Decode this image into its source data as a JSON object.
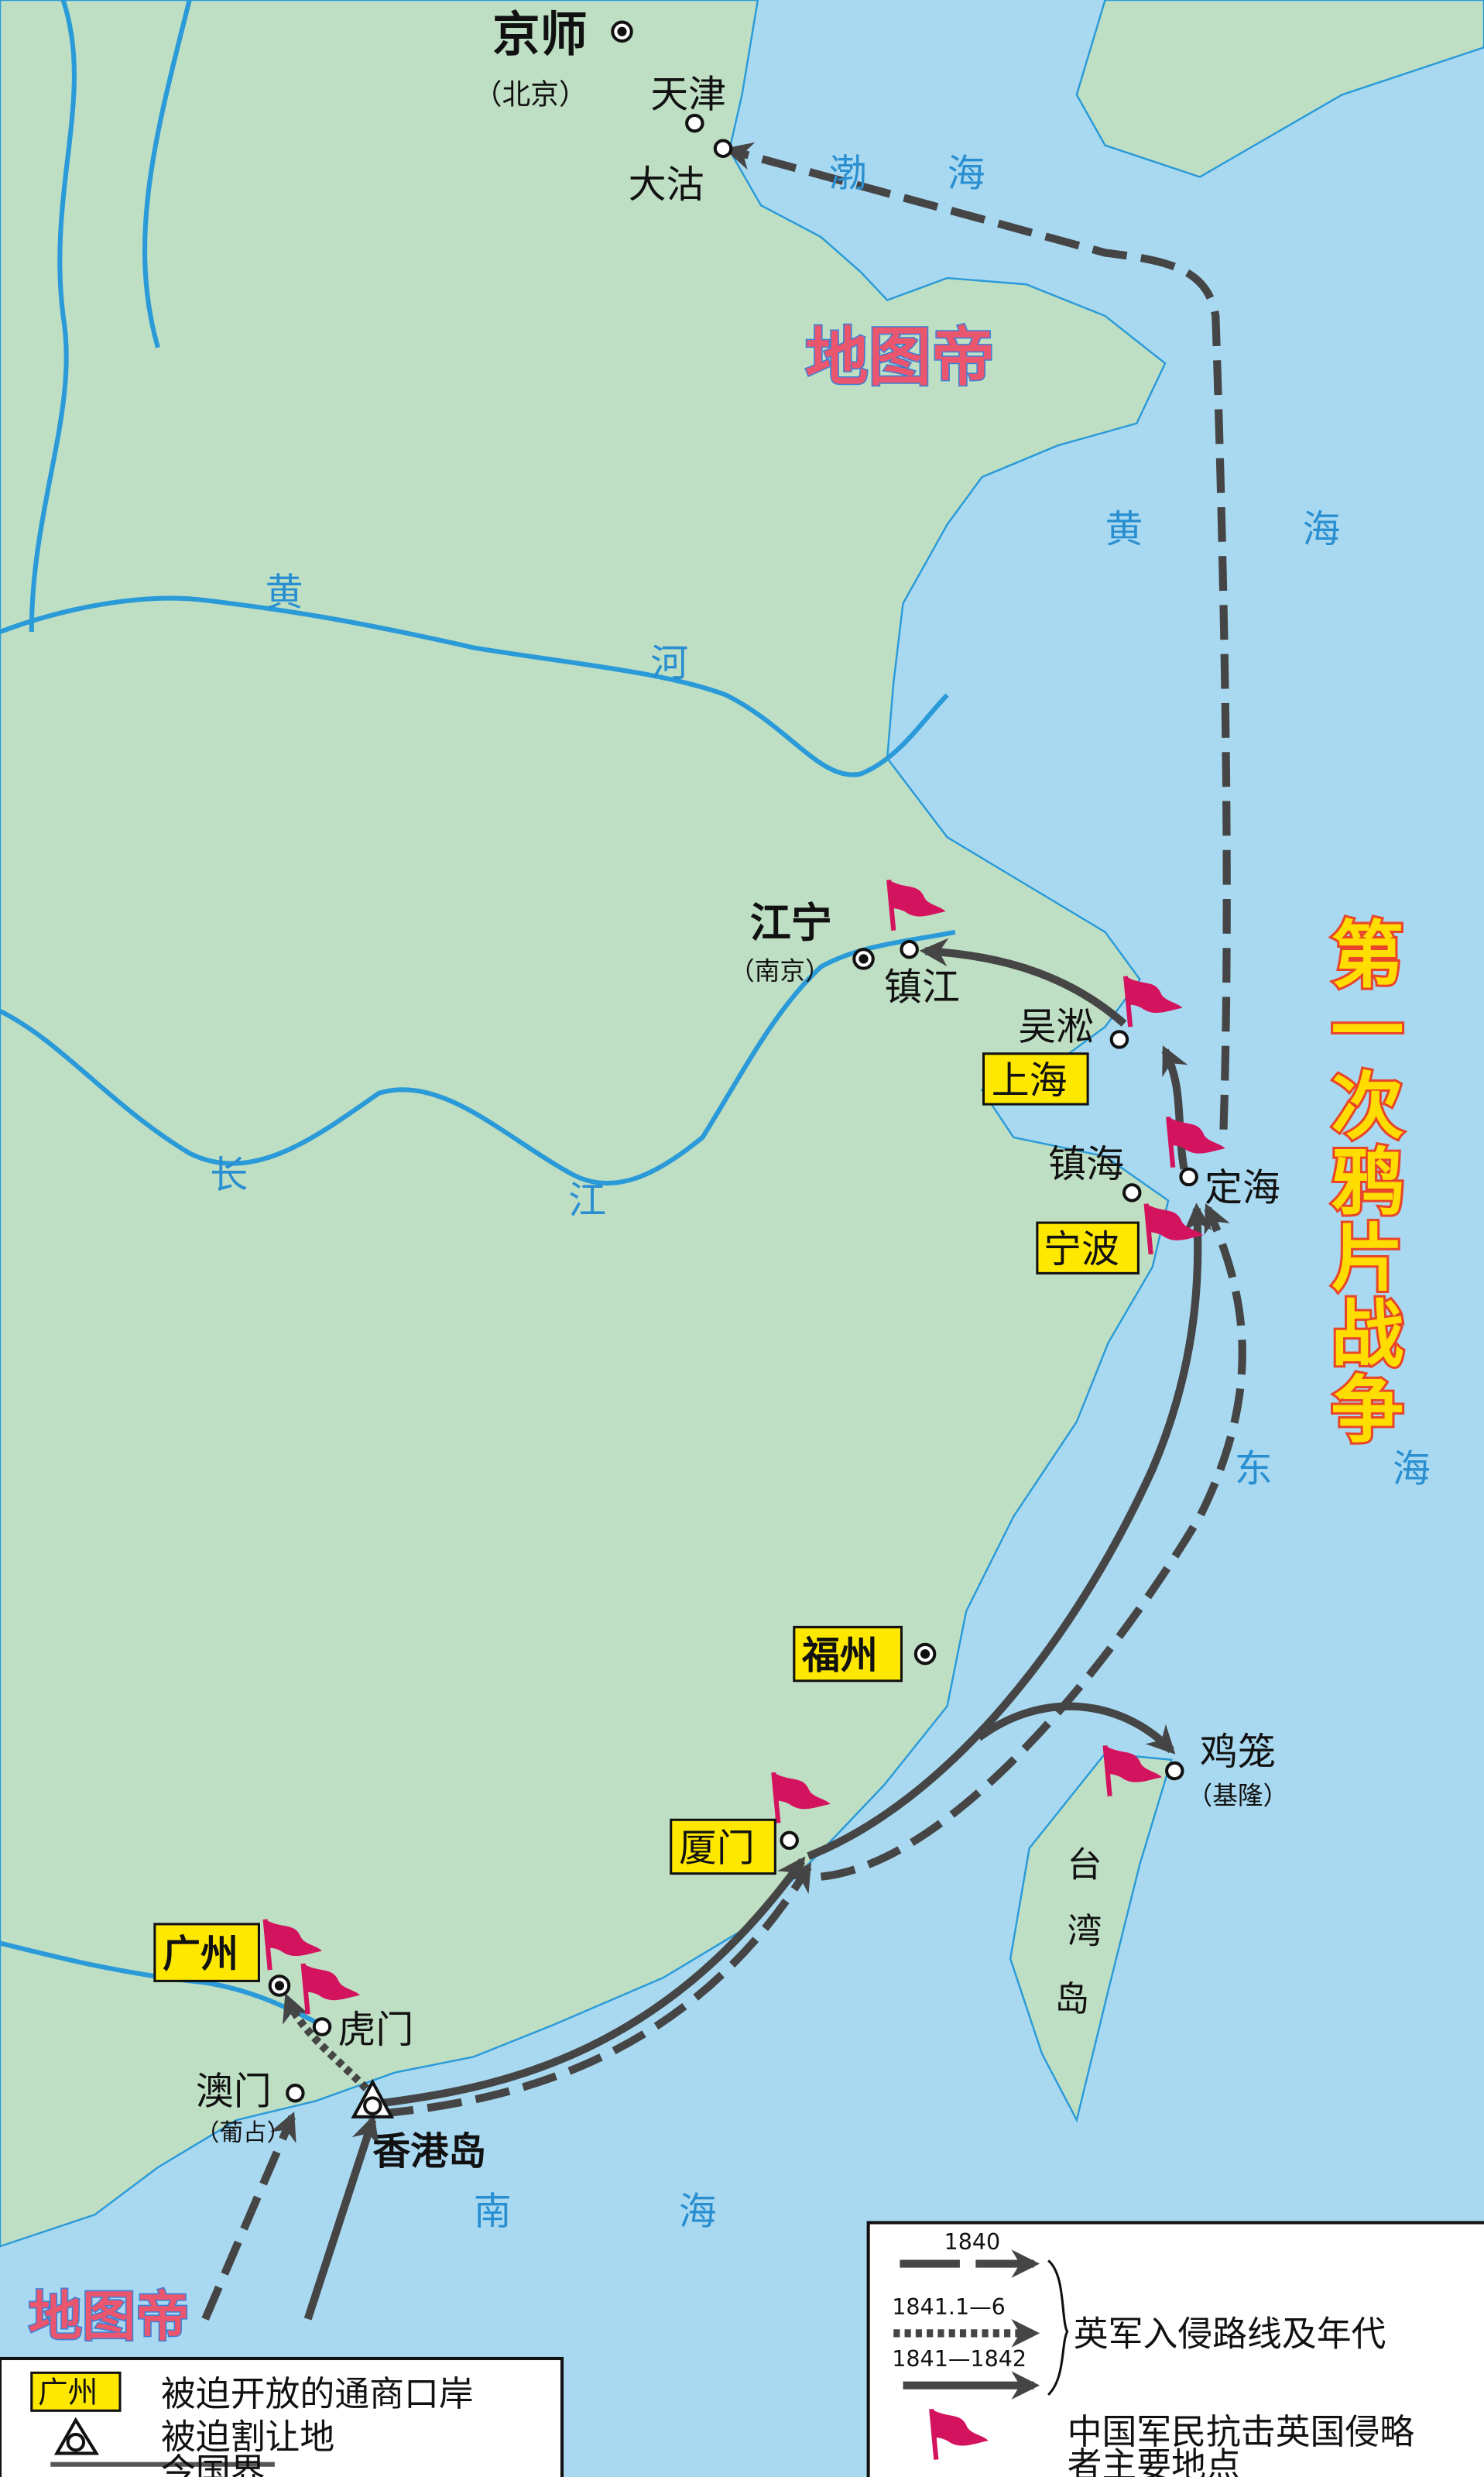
{
  "title": "第一次鸦片战争",
  "watermark": "地图帝",
  "colors": {
    "land": "#bfdfc4",
    "sea": "#a9d9f1",
    "river": "#2a9ad8",
    "route": "#454545",
    "flag": "#d4135f",
    "port_highlight": "#ffe800",
    "title_fill": "#ffdd00",
    "title_stroke": "#e8452a"
  },
  "places": {
    "jingshi": "京师",
    "beijing": "（北京）",
    "tianjin": "天津",
    "dagu": "大沽",
    "jiangning": "江宁",
    "nanjing": "（南京）",
    "zhenjiang": "镇江",
    "wusong": "吴淞",
    "shanghai": "上海",
    "zhenhai": "镇海",
    "dinghai": "定海",
    "ningbo": "宁波",
    "fuzhou": "福州",
    "jilong": "鸡笼",
    "keelung": "（基隆）",
    "xiamen": "厦门",
    "guangzhou": "广州",
    "humen": "虎门",
    "aomen": "澳门",
    "putuo": "（葡占）",
    "xianggang": "香港岛"
  },
  "water": {
    "bohai": [
      "渤",
      "海"
    ],
    "huanghai": [
      "黄",
      "海"
    ],
    "donghai": [
      "东",
      "海"
    ],
    "nanhai": [
      "南",
      "海"
    ],
    "huanghe": [
      "黄",
      "河"
    ],
    "changjiang": [
      "长",
      "江"
    ]
  },
  "taiwan": [
    "台",
    "湾",
    "岛"
  ],
  "legend_left": {
    "port_sample": "广州",
    "port_label": "被迫开放的通商口岸",
    "ceded_label": "被迫割让地",
    "border_label": "今国界"
  },
  "legend_right": {
    "routes": [
      {
        "year": "1840",
        "style": "dashed"
      },
      {
        "year": "1841.1—6",
        "style": "dotted"
      },
      {
        "year": "1841—1842",
        "style": "solid"
      }
    ],
    "routes_label": "英军入侵路线及年代",
    "flag_label_1": "中国军民抗击英国侵略",
    "flag_label_2": "者主要地点"
  }
}
